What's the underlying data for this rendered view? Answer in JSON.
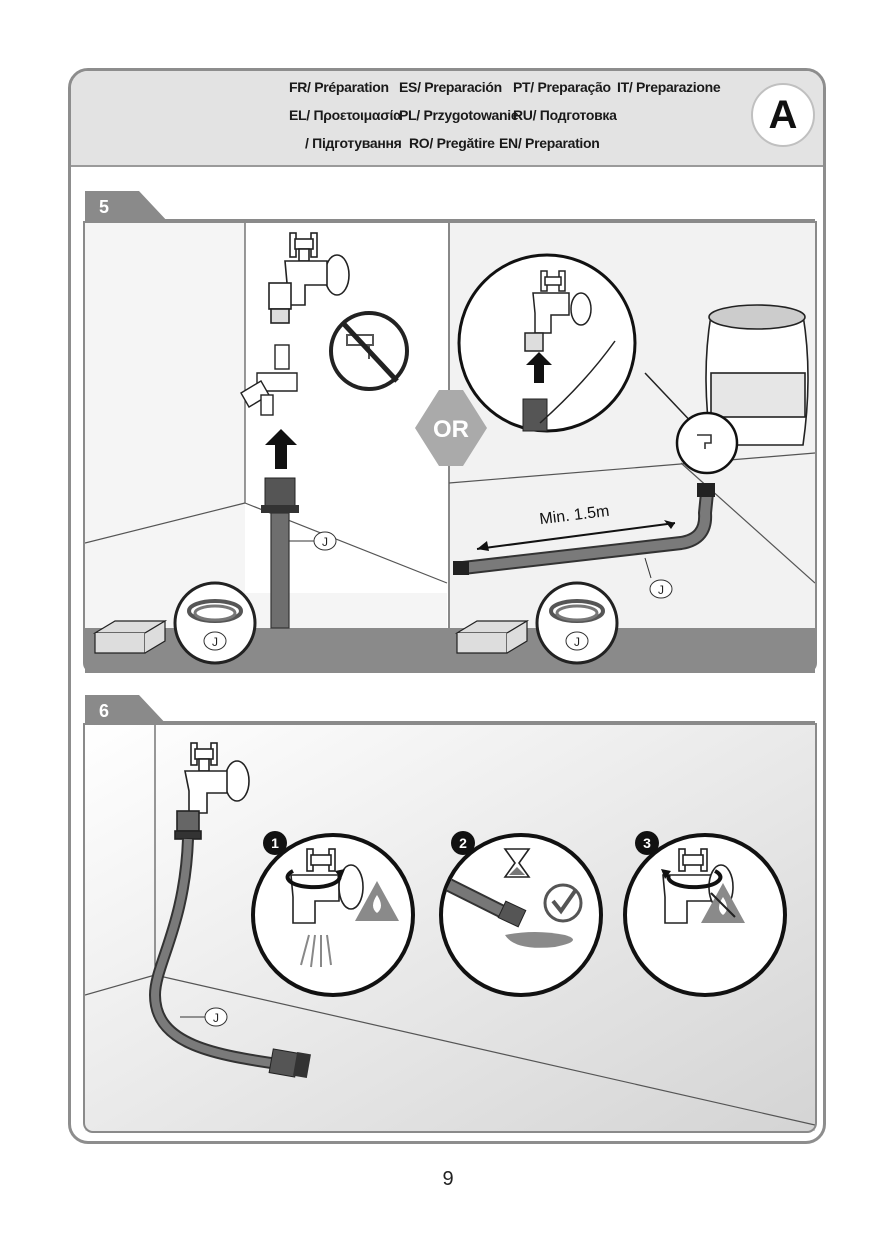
{
  "header": {
    "languages_row1": [
      "FR/ Préparation",
      "ES/ Preparación",
      "PT/ Preparação",
      "IT/ Preparazione"
    ],
    "languages_row2": [
      "EL/ Προετοιμασία",
      "PL/ Przygotowanie",
      "RU/ Подготовка"
    ],
    "languages_row3": [
      "/ Підготування",
      "RO/ Pregătire",
      "EN/ Preparation"
    ],
    "section_letter": "A"
  },
  "step5": {
    "number": "5",
    "or_label": "OR",
    "min_length": "Min. 1.5m",
    "part_label": "J"
  },
  "step6": {
    "number": "6",
    "part_label": "J",
    "sub_steps": [
      "1",
      "2",
      "3"
    ]
  },
  "page_number": "9",
  "colors": {
    "panel_grey": "#8a8a8a",
    "header_grey": "#e3e3e3",
    "hose": "#6e6e6e"
  }
}
